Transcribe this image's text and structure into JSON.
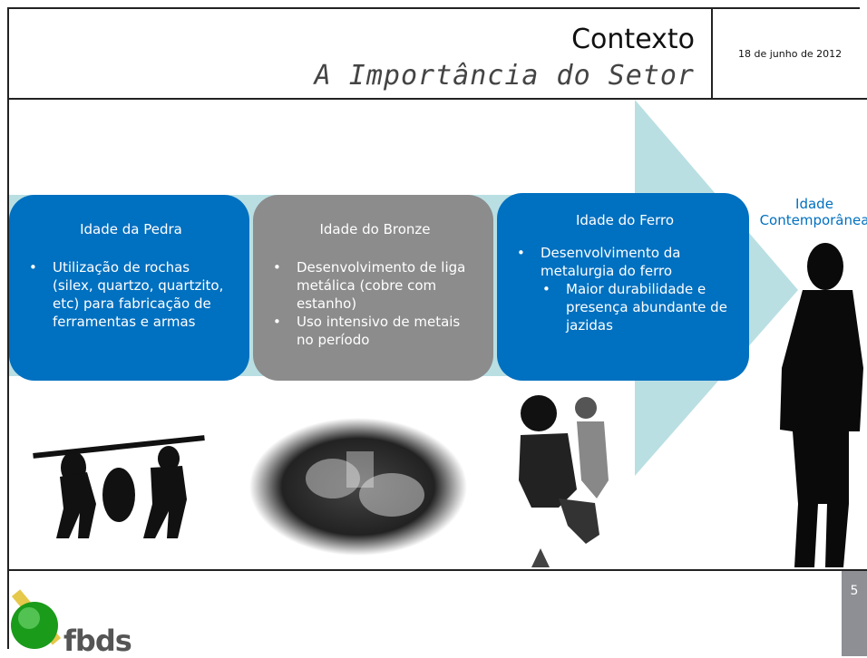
{
  "header": {
    "title": "Contexto",
    "subtitle": "A Importância do Setor",
    "date": "18 de junho de 2012"
  },
  "timeline": [
    {
      "title": "Idade da Pedra",
      "bullets": [
        "Utilização de rochas (silex, quartzo, quartzito, etc) para fabricação de ferramentas e armas"
      ]
    },
    {
      "title": "Idade do Bronze",
      "bullets": [
        "Desenvolvimento de liga metálica (cobre com estanho)",
        "Uso intensivo de metais no período"
      ]
    },
    {
      "title": "Idade do Ferro",
      "bullets": [
        "Desenvolvimento da metalurgia do ferro"
      ],
      "sub_bullets": [
        "Maior durabilidade e presença abundante  de jazidas"
      ]
    }
  ],
  "contemporary_label": "Idade Contemporânea",
  "footer": {
    "page_number": "5",
    "logo_text": "fbds"
  },
  "colors": {
    "blue": "#0070c0",
    "gray": "#8c8c8c",
    "arrow": "#b9dfe3",
    "page_badge": "#8d8f95"
  }
}
